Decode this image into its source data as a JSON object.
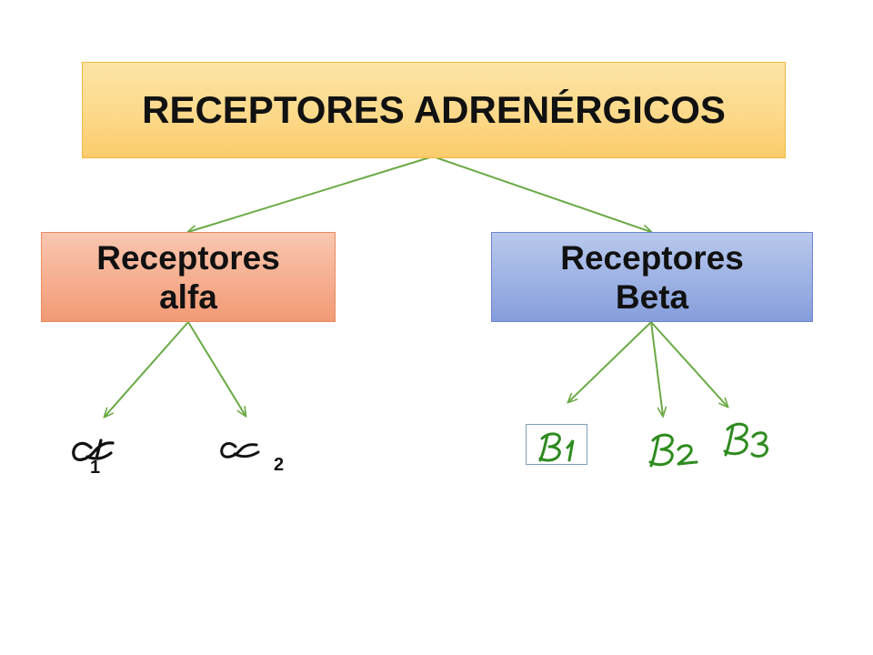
{
  "root": {
    "label": "RECEPTORES ADRENÉRGICOS"
  },
  "alfa": {
    "line1": "Receptores",
    "line2": "alfa"
  },
  "beta": {
    "line1": "Receptores",
    "line2": "Beta"
  },
  "alpha_subtypes": [
    {
      "symbol": "alpha-symbol",
      "subscript": "1"
    },
    {
      "symbol": "alpha-symbol",
      "subscript": "2"
    }
  ],
  "beta_subtypes": [
    {
      "symbol": "beta-symbol",
      "subscript": "1"
    },
    {
      "symbol": "beta-symbol",
      "subscript": "2"
    },
    {
      "symbol": "beta-symbol",
      "subscript": "3"
    }
  ],
  "colors": {
    "arrow": "#6aaa45",
    "handwriting_beta": "#2e8b1f",
    "handwriting_alpha": "#111111"
  }
}
